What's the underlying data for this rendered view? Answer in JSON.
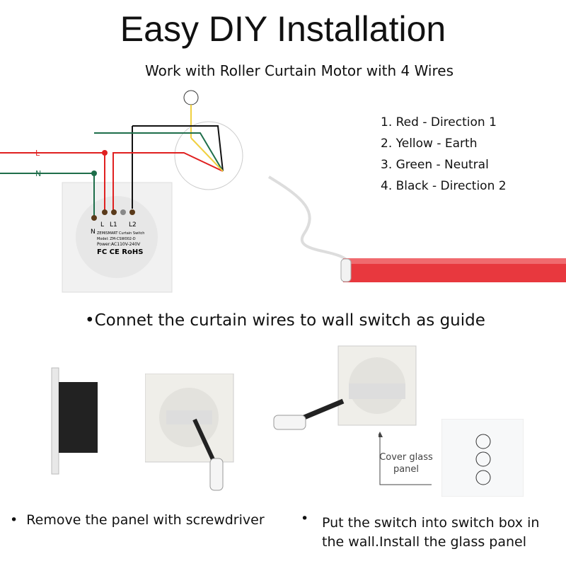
{
  "title": "Easy DIY Installation",
  "subtitle": "Work with Roller Curtain Motor with 4 Wires",
  "wire_legend": [
    "1. Red - Direction 1",
    "2. Yellow - Earth",
    "3. Green - Neutral",
    "4. Black - Direction 2"
  ],
  "diagram": {
    "line_label": "L",
    "neutral_label": "N",
    "terminal_labels": [
      "L",
      "L1",
      "L2"
    ],
    "terminal_n": "N",
    "switch_text": [
      "ZEMISMART Curtain Switch",
      "Model: ZM-CSW002-D",
      "Power:AC110V-240V",
      "FC CE RoHS"
    ]
  },
  "guide_text": "Connet the curtain wires to wall switch as guide",
  "cover_label": "Cover glass panel",
  "steps": [
    "Remove the panel with screwdriver",
    "Put the switch into switch box in the wall.Install the glass panel"
  ],
  "colors": {
    "red": "#e02020",
    "green": "#1e6e4a",
    "black": "#111111",
    "yellow": "#f0d040",
    "motor": "#e8383e"
  }
}
